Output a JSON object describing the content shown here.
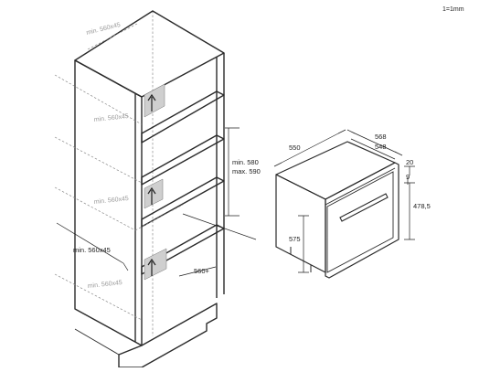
{
  "diagram": {
    "scale_note": "1=1mm",
    "cabinet_labels": {
      "top_niche": "min. 560x45",
      "upper_niche": "min. 560x45",
      "middle_niche": "min. 560x45",
      "depth_main": "min. 560x45",
      "bottom_niche": "min. 560x45",
      "niche_height_line1": "min. 580",
      "niche_height_line2": "max. 590",
      "inner_depth": "560+"
    },
    "oven_labels": {
      "width_outer": "550",
      "depth_outer": "568",
      "depth_inner": "548",
      "front_offset": "20",
      "panel_offset": "9",
      "front_height": "478,5",
      "body_height": "575"
    }
  }
}
